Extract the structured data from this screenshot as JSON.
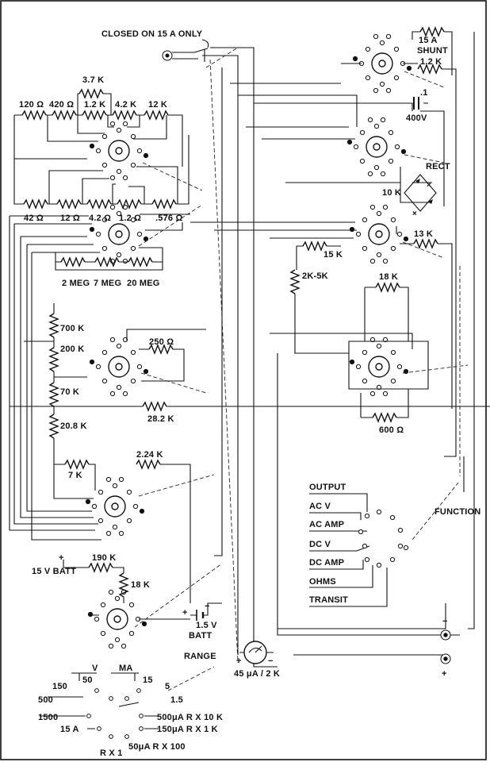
{
  "labels": {
    "closed_note": "CLOSED ON 15 A ONLY",
    "shunt_res": "15 A",
    "shunt_word": "SHUNT",
    "r_1_2k_top": "1.2 K",
    "r_3_7k": "3.7 K",
    "r_120": "120 Ω",
    "r_420": "420 Ω",
    "r_1_2k": "1.2 K",
    "r_4_2k": "4.2 K",
    "r_12k": "12 K",
    "cap_val": ".1",
    "cap_v": "400V",
    "r_42": "42 Ω",
    "r_12": "12 Ω",
    "r_4_2": "4.2 Ω",
    "r_1_2": "1.2 Ω",
    "r_576": ".576 Ω",
    "rect": "RECT",
    "r_10k": "10 K",
    "r_13k": "13 K",
    "r_15k": "15 K",
    "r_2k5k": "2K-5K",
    "r_18k_right": "18 K",
    "r_2meg": "2 MEG",
    "r_7meg": "7 MEG",
    "r_20meg": "20 MEG",
    "r_700k": "700 K",
    "r_200k": "200 K",
    "r_70k": "70 K",
    "r_20_8k": "20.8 K",
    "r_250": "250 Ω",
    "r_28_2k": "28.2 K",
    "r_600": "600 Ω",
    "r_7k": "7 K",
    "r_2_24k": "2.24 K",
    "plus_top": "+",
    "r_190k": "190 K",
    "batt_15v": "15 V BATT",
    "r_18k_left": "18 K",
    "batt_plus": "+",
    "batt_minus": "−",
    "batt_15": "1.5 V",
    "batt_word": "BATT",
    "range": "RANGE",
    "meter": "45 μA / 2 K",
    "meter_plus": "+",
    "meter_minus": "−",
    "fn_output": "OUTPUT",
    "fn_acv": "AC V",
    "fn_acamp": "AC AMP",
    "fn_dcv": "DC V",
    "fn_dcamp": "DC AMP",
    "fn_ohms": "OHMS",
    "fn_transit": "TRANSIT",
    "function": "FUNCTION",
    "jack_minus": "−",
    "jack_plus": "+",
    "rs_v": "V",
    "rs_ma": "MA",
    "rs_150": "150",
    "rs_50": "50",
    "rs_15": "15",
    "rs_5": "5",
    "rs_500": "500",
    "rs_1_5": "1.5",
    "rs_1500": "1500",
    "rs_500ua": "500μA  R X 10 K",
    "rs_15a": "15 A",
    "rs_150ua": "150μA  R X 1 K",
    "rs_50ua": "50μA  R X 100",
    "rs_rx1": "R X 1"
  }
}
